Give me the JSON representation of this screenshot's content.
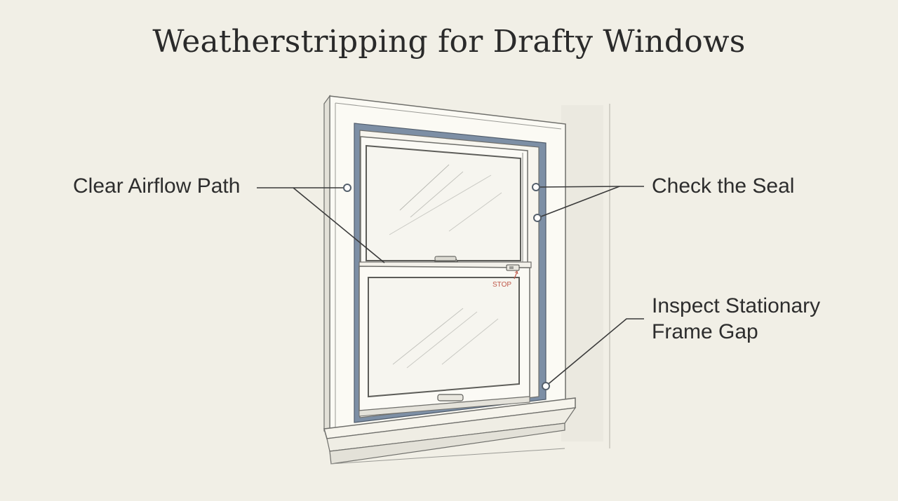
{
  "title": "Weatherstripping for Drafty Windows",
  "callouts": {
    "airflow": "Clear Airflow Path",
    "seal": "Check the Seal",
    "inspect_line1": "Inspect Stationary",
    "inspect_line2": "Frame Gap"
  },
  "stop_label": "STOP",
  "colors": {
    "background": "#f1efe6",
    "trim": "#fbfaf4",
    "weatherstrip": "#7d8fa5",
    "outline": "#6f6f6b",
    "stop_red": "#c0594b"
  }
}
